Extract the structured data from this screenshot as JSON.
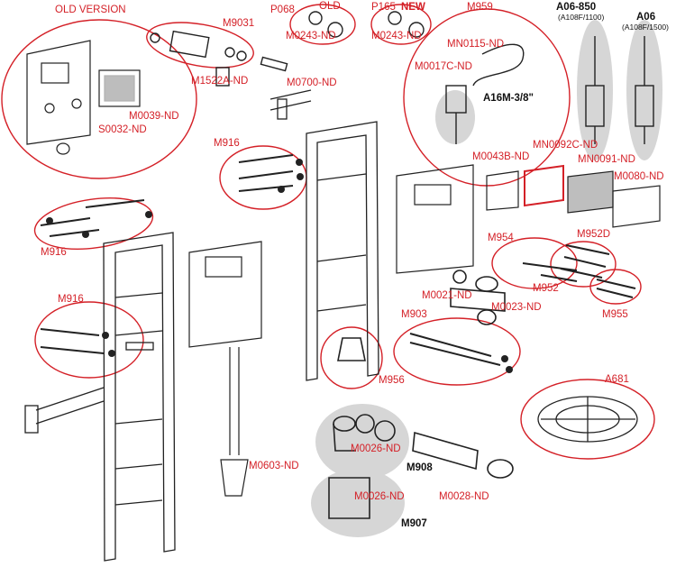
{
  "labels": {
    "old_version": "OLD VERSION",
    "m9031": "M9031",
    "p068": "P068",
    "old": "OLD",
    "m0243_left": "M0243-ND",
    "p165": "P165",
    "new": "NEW",
    "m0243_right": "M0243-ND",
    "m959": "M959",
    "a06_850": "A06-850",
    "a108f_1100": "(A108F/1100)",
    "a06": "A06",
    "a108f_1500": "(A108F/1500)",
    "mn0115": "MN0115-ND",
    "m0017c": "M0017C-ND",
    "a16m": "A16M-3/8\"",
    "m1522a": "M1522A-ND",
    "m0700": "M0700-ND",
    "m0039": "M0039-ND",
    "s0032": "S0032-ND",
    "m916_a": "M916",
    "m0043b": "M0043B-ND",
    "mn0092c": "MN0092C-ND",
    "mn0091": "MN0091-ND",
    "m0080": "M0080-ND",
    "m916_b": "M916",
    "m954": "M954",
    "m952d": "M952D",
    "m952": "M952",
    "m955": "M955",
    "m0021": "M0021-ND",
    "m0023": "M0023-ND",
    "m916_c": "M916",
    "m903": "M903",
    "m956": "M956",
    "a681": "A681",
    "m0026_a": "M0026-ND",
    "m908": "M908",
    "m0603": "M0603-ND",
    "m0028": "M0028-ND",
    "m0026_b": "M0026-ND",
    "m907": "M907"
  },
  "colors": {
    "callout": "#d42027",
    "highlight": "#d6d6d6",
    "line": "#222222"
  }
}
